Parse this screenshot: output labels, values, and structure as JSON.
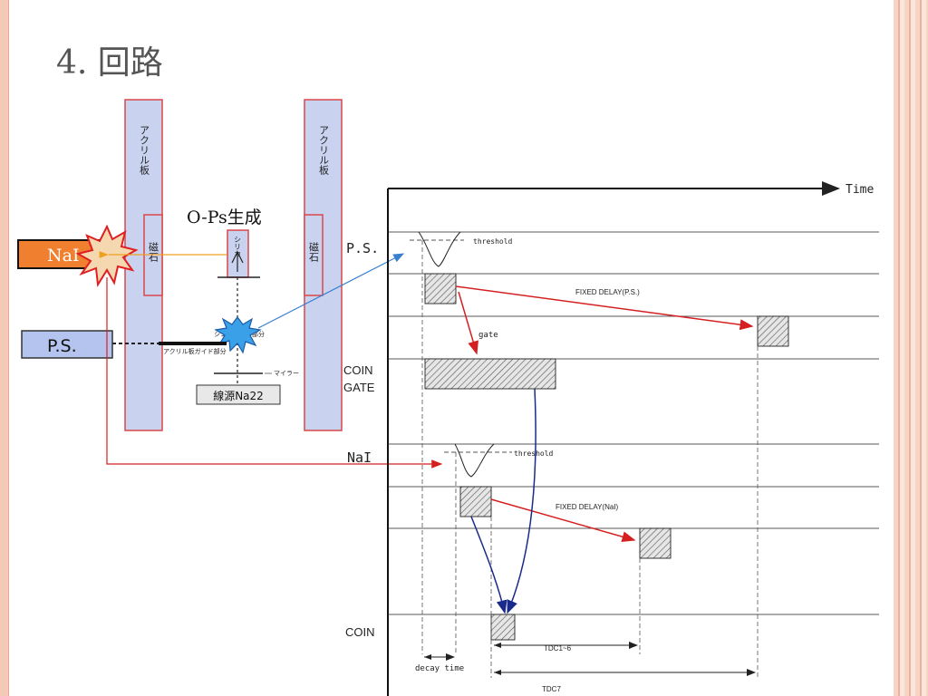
{
  "slide": {
    "title": "4. 回路"
  },
  "apparatus": {
    "acrylic_left": "アクリル板",
    "acrylic_right": "アクリル板",
    "magnet_left": "磁石",
    "magnet_right": "磁石",
    "ops_label": "O-Ps生成",
    "silica": "シリカ",
    "scintillator": "シンチレータ部分",
    "lightguide": "アクリル板ガイド部分",
    "mylar": "マイラー",
    "source": "線源Na22",
    "nai_box": "NaI",
    "ps_box": "P.S."
  },
  "timing": {
    "time_label": "Time",
    "ps_label": "P.S.",
    "coin_gate_label1": "COIN",
    "coin_gate_label2": "GATE",
    "nai_label": "NaI",
    "coin_label": "COIN",
    "threshold1": "threshold",
    "threshold2": "threshold",
    "fixed_delay_ps": "FIXED DELAY(P.S.)",
    "gate": "gate",
    "fixed_delay_nai": "FIXED DELAY(NaI)",
    "decay_time": "decay time",
    "tdc16": "TDC1~6",
    "tdc7": "TDC7"
  },
  "colors": {
    "acrylic_fill": "#c9d3f0",
    "acrylic_border": "#d94848",
    "red_arrow": "#d42020",
    "blue_arrow": "#1a2a8a",
    "light_blue_arrow": "#3a7fd0",
    "orange_arrow": "#f0a020"
  }
}
